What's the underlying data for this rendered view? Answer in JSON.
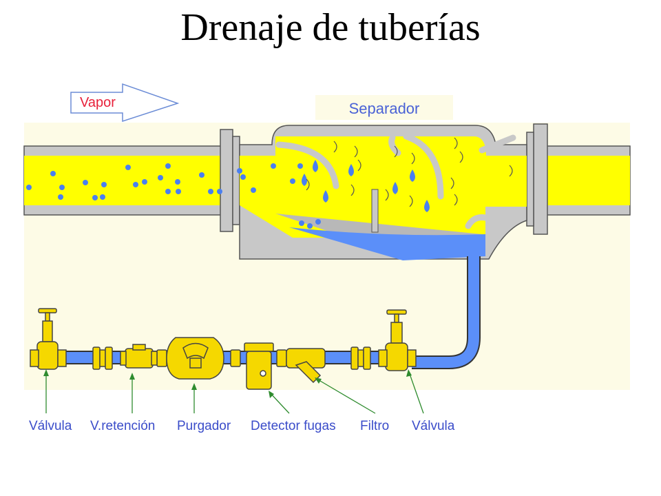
{
  "title": "Drenaje de tuberías",
  "flow_label": "Vapor",
  "separator_label": "Separador",
  "components": [
    {
      "label": "Válvula"
    },
    {
      "label": "V.retención"
    },
    {
      "label": "Purgador"
    },
    {
      "label": "Detector fugas"
    },
    {
      "label": "Filtro"
    },
    {
      "label": "Válvula"
    }
  ],
  "colors": {
    "steam": "#ffff00",
    "condensate": "#5b8ff9",
    "metal": "#c8c8c8",
    "background": "#fdfbe6",
    "fitting": "#f5d800",
    "vapor_text": "#e8203a",
    "caption_text": "#3a4cc9",
    "leader_line": "#2e8b2e"
  }
}
